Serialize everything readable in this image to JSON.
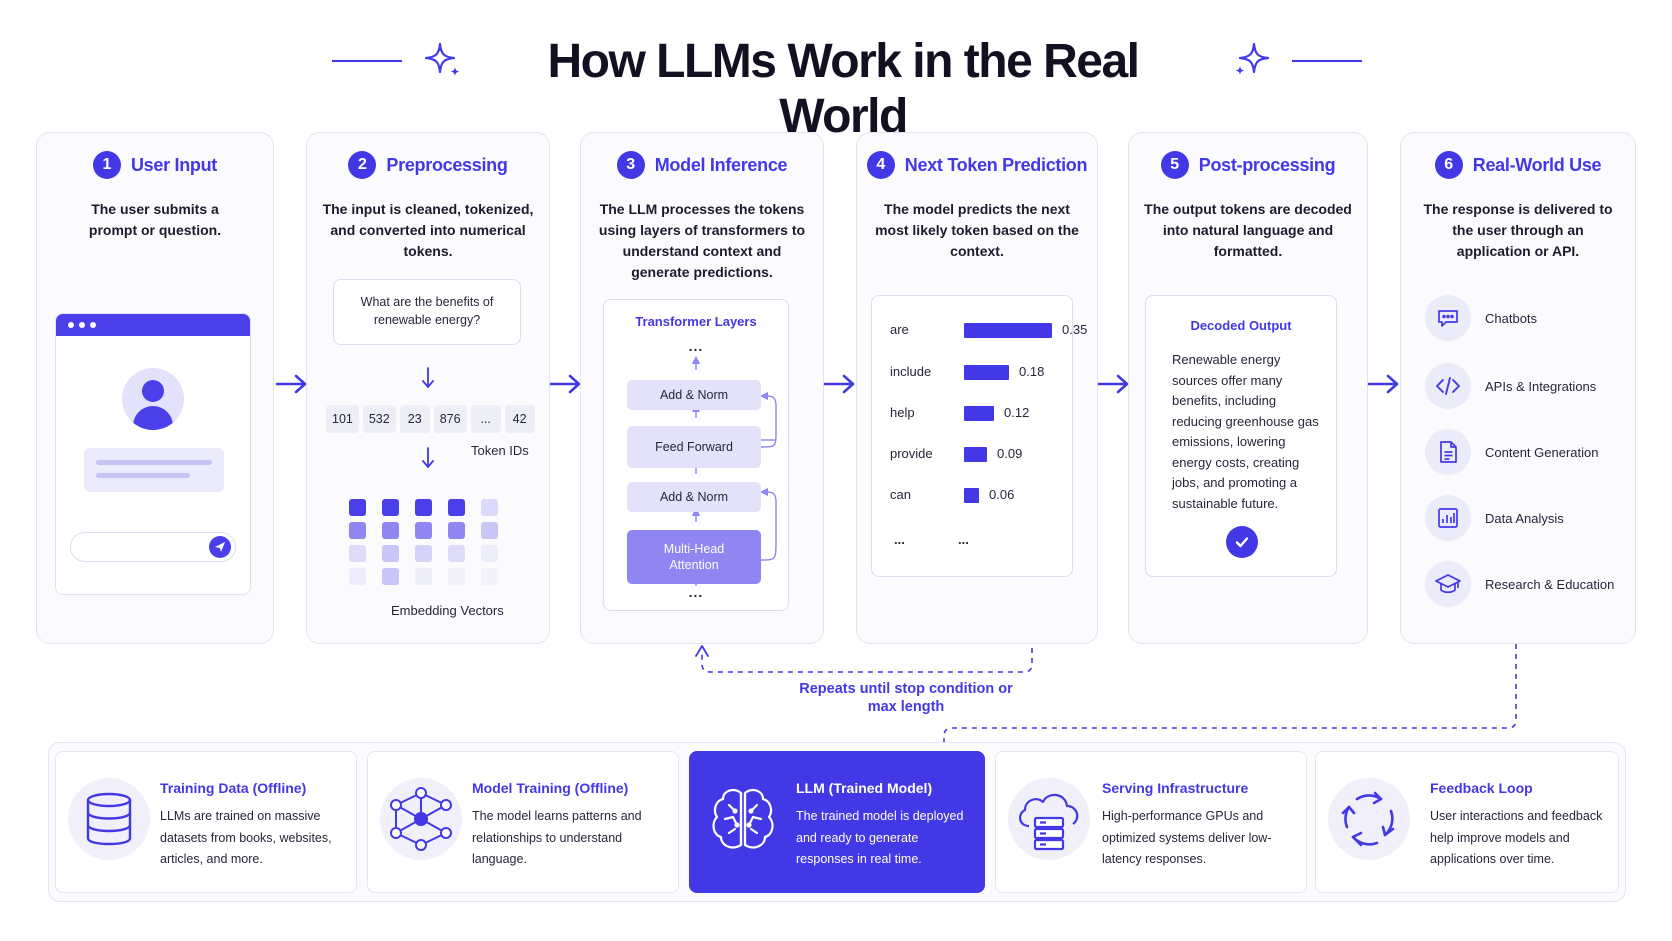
{
  "title": "How LLMs Work in the Real World",
  "colors": {
    "accent": "#4338e6",
    "card_bg": "#fbfbfe",
    "border": "#e3e3f3"
  },
  "steps": [
    {
      "num": "1",
      "title": "User Input",
      "desc": "The user submits a prompt or question."
    },
    {
      "num": "2",
      "title": "Preprocessing",
      "desc": "The input is cleaned, tokenized, and converted into numerical tokens.",
      "prompt": "What are the benefits of renewable energy?",
      "tokens": [
        "101",
        "532",
        "23",
        "876",
        "...",
        "42"
      ],
      "token_label": "Token IDs",
      "embedding_label": "Embedding Vectors"
    },
    {
      "num": "3",
      "title": "Model Inference",
      "desc": "The LLM processes the tokens using layers of transformers to understand context and generate predictions.",
      "panel_title": "Transformer Layers",
      "ellipsis": "...",
      "layers": [
        "Add & Norm",
        "Feed Forward",
        "Add & Norm",
        "Multi-Head Attention"
      ]
    },
    {
      "num": "4",
      "title": "Next Token Prediction",
      "desc": "The model predicts the next most likely token based on the context.",
      "predictions": [
        {
          "token": "are",
          "prob": 0.35,
          "label": "0.35"
        },
        {
          "token": "include",
          "prob": 0.18,
          "label": "0.18"
        },
        {
          "token": "help",
          "prob": 0.12,
          "label": "0.12"
        },
        {
          "token": "provide",
          "prob": 0.09,
          "label": "0.09"
        },
        {
          "token": "can",
          "prob": 0.06,
          "label": "0.06"
        }
      ],
      "ellipsis": "..."
    },
    {
      "num": "5",
      "title": "Post-processing",
      "desc": "The output tokens are decoded into natural language and formatted.",
      "panel_title": "Decoded Output",
      "output": "Renewable energy sources offer many benefits, including reducing greenhouse gas emissions, lowering energy costs, creating jobs, and promoting a sustainable future."
    },
    {
      "num": "6",
      "title": "Real-World Use",
      "desc": "The response is delivered to the user through an application or API.",
      "uses": [
        {
          "label": "Chatbots",
          "icon": "chat-icon"
        },
        {
          "label": "APIs & Integrations",
          "icon": "code-icon"
        },
        {
          "label": "Content Generation",
          "icon": "document-icon"
        },
        {
          "label": "Data Analysis",
          "icon": "bar-chart-icon"
        },
        {
          "label": "Research & Education",
          "icon": "graduation-cap-icon"
        }
      ]
    }
  ],
  "loop_label": "Repeats until stop condition or max length",
  "bottom": [
    {
      "title": "Training Data (Offline)",
      "desc": "LLMs are trained on massive datasets from books, websites, articles, and more.",
      "icon": "database-icon"
    },
    {
      "title": "Model Training (Offline)",
      "desc": "The model learns patterns and relationships to understand language.",
      "icon": "network-icon"
    },
    {
      "title": "LLM (Trained Model)",
      "desc": "The trained model is deployed and ready to generate responses in real time.",
      "icon": "brain-icon"
    },
    {
      "title": "Serving Infrastructure",
      "desc": "High-performance GPUs and optimized systems deliver low-latency responses.",
      "icon": "cloud-server-icon"
    },
    {
      "title": "Feedback Loop",
      "desc": "User interactions and feedback help improve models and applications over time.",
      "icon": "refresh-icon"
    }
  ]
}
